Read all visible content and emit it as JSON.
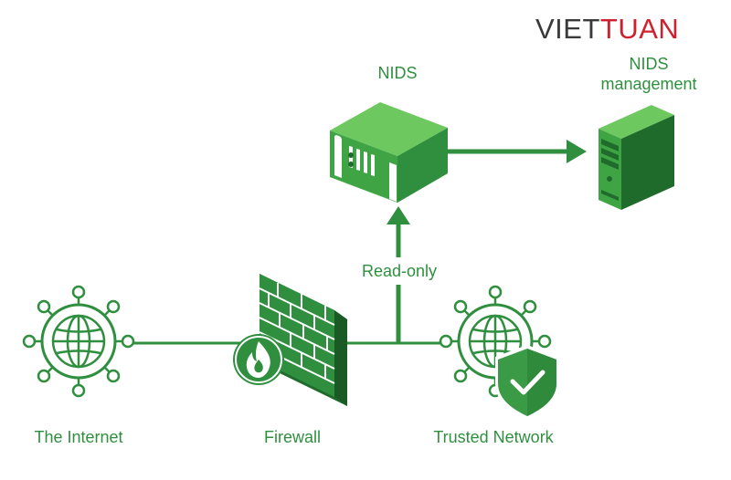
{
  "brand": {
    "part1": "VIET",
    "part2": "TUAN",
    "color_dark": "#3a3a3a",
    "color_red": "#d0202e"
  },
  "labels": {
    "nids": "NIDS",
    "nids_management_line1": "NIDS",
    "nids_management_line2": "management",
    "read_only": "Read-only",
    "internet": "The Internet",
    "firewall": "Firewall",
    "trusted_network": "Trusted Network"
  },
  "nodes": [
    {
      "id": "internet",
      "icon": "globe-network-icon"
    },
    {
      "id": "firewall",
      "icon": "brick-wall-firewall-icon"
    },
    {
      "id": "trusted-network",
      "icon": "globe-network-shield-icon"
    },
    {
      "id": "nids",
      "icon": "rack-server-icon"
    },
    {
      "id": "nids-management",
      "icon": "tower-server-icon"
    }
  ],
  "edges": [
    {
      "from": "internet",
      "to": "firewall",
      "type": "line"
    },
    {
      "from": "firewall",
      "to": "trusted-network",
      "type": "line"
    },
    {
      "from": "firewall-trusted-link",
      "to": "nids",
      "type": "arrow",
      "label": "Read-only"
    },
    {
      "from": "nids",
      "to": "nids-management",
      "type": "arrow"
    }
  ],
  "colors": {
    "primary": "#2f8f3f",
    "light": "#5fbf5a",
    "dark": "#1f6b2b",
    "shield": "#3a9a45"
  }
}
